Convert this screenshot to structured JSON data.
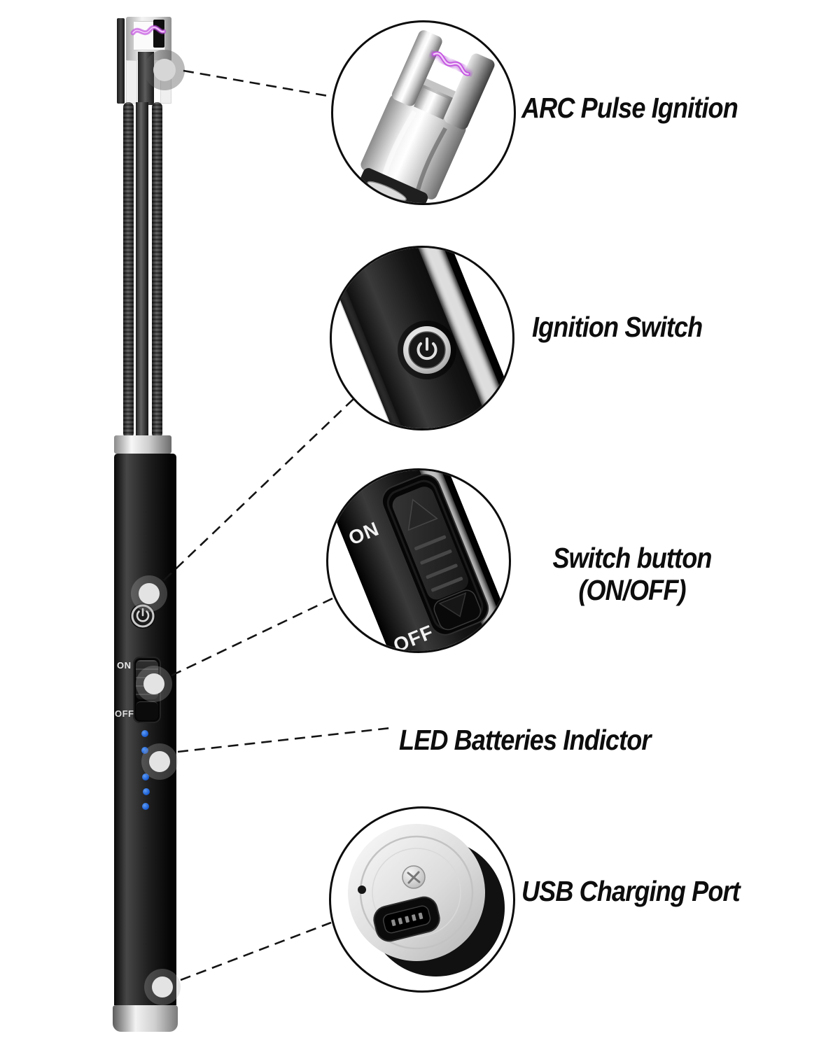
{
  "title": "Electric arc candle lighter — feature callout infographic",
  "lighter": {
    "on_label": "ON",
    "off_label": "OFF",
    "led_dot_count": 5
  },
  "callouts": {
    "arc": {
      "label": "ARC Pulse Ignition"
    },
    "ignition": {
      "label": "Ignition Switch"
    },
    "switch": {
      "label": "Switch button",
      "label_line2": "(ON/OFF)",
      "on_label": "ON",
      "off_label": "OFF"
    },
    "led": {
      "label": "LED Batteries Indictor"
    },
    "usb": {
      "label": "USB Charging Port"
    }
  },
  "colors": {
    "arc_purple": "#b843d8",
    "led_blue": "#1f66e0",
    "label_text": "#0d0d0d",
    "chrome_silver": "#d9d9d9",
    "body_black": "#141414",
    "background": "#ffffff"
  }
}
